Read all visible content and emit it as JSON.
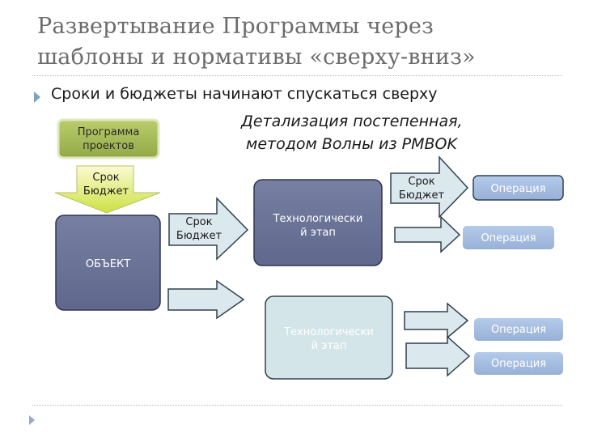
{
  "slide": {
    "title_line1": "Развертывание Программы через",
    "title_line2": "шаблоны и нормативы «сверху-вниз»",
    "bullet": "Сроки и бюджеты начинают спускаться сверху",
    "note_line1": "Детализация постепенная,",
    "note_line2": "методом Волны из PMBOK"
  },
  "diagram": {
    "program": [
      "Программа",
      "проектов"
    ],
    "arrow_down": [
      "Срок",
      "Бюджет"
    ],
    "object": "ОБЪЕКТ",
    "arrow_to_stage": [
      "Срок",
      "Бюджет"
    ],
    "stage1": [
      "Технологически",
      "й этап"
    ],
    "stage2": [
      "Технологически",
      "й этап"
    ],
    "arrow_to_op": [
      "Срок",
      "Бюджет"
    ],
    "operations": [
      "Операция",
      "Операция",
      "Операция",
      "Операция"
    ]
  },
  "colors": {
    "title": "#6b6b6b",
    "navy_box": "#6a7396",
    "light_box": "#d4e5ea",
    "arrow_fill": "#dbe8ee",
    "arrow_stroke": "#30414f",
    "op_box": "#a6bde0",
    "program_box": "#a5ba5a",
    "down_arrow_top": "#fbfbd2",
    "down_arrow_bottom": "#cde043"
  }
}
